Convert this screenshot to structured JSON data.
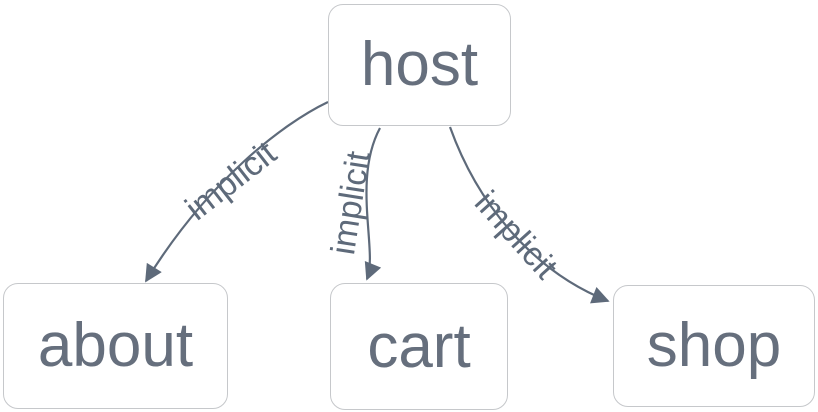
{
  "diagram": {
    "nodes": [
      {
        "id": "host",
        "label": "host"
      },
      {
        "id": "about",
        "label": "about"
      },
      {
        "id": "cart",
        "label": "cart"
      },
      {
        "id": "shop",
        "label": "shop"
      }
    ],
    "edges": [
      {
        "from": "host",
        "to": "about",
        "label": "implicit"
      },
      {
        "from": "host",
        "to": "cart",
        "label": "implicit"
      },
      {
        "from": "host",
        "to": "shop",
        "label": "implicit"
      }
    ],
    "colors": {
      "background": "#ffffff",
      "node_fill": "#ffffff",
      "node_border": "#c6c8cb",
      "node_text": "#666f7d",
      "edge": "#5e6a7a",
      "edge_label": "#5e6a7a"
    }
  }
}
